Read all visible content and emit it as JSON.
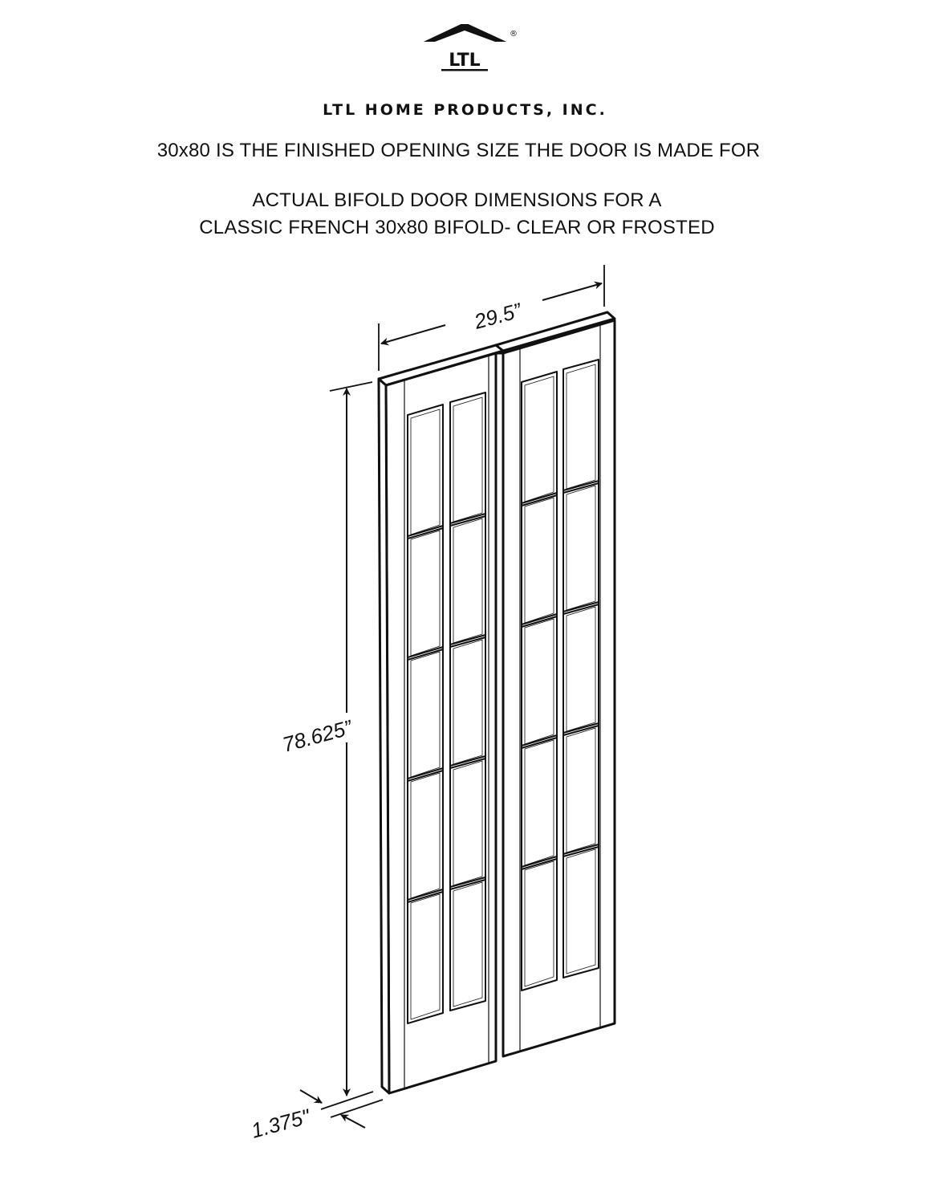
{
  "logo": {
    "text": "LTL",
    "registered_mark": "®",
    "icon": "house-roof-icon"
  },
  "company_name": "LTL HOME PRODUCTS, INC.",
  "headline": "30x80 IS THE FINISHED OPENING SIZE THE DOOR IS MADE FOR",
  "subtitle": {
    "line1": "ACTUAL BIFOLD DOOR DIMENSIONS FOR A",
    "line2": "CLASSIC FRENCH 30x80 BIFOLD- CLEAR OR FROSTED"
  },
  "diagram": {
    "type": "bifold-door-dimension-drawing",
    "panels": 2,
    "lites_per_panel": 10,
    "lite_grid": {
      "columns": 2,
      "rows": 5
    },
    "dimensions": {
      "width": "29.5”",
      "height": "78.625”",
      "thickness": "1.375\""
    }
  },
  "colors": {
    "line": "#111111",
    "background": "#ffffff"
  }
}
